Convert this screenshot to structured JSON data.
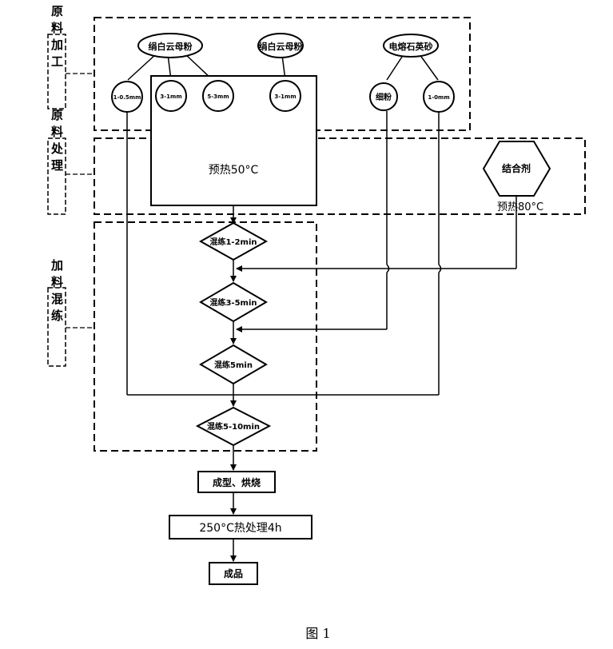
{
  "sections": {
    "raw_processing": "原料加工",
    "raw_treatment": "原料处理",
    "feeding_mixing": "加料混练"
  },
  "materials": {
    "mica_powder_a": "绢白云母粉",
    "mica_powder_b": "绢白云母粉",
    "fused_silica": "电熔石英砂"
  },
  "sizes": {
    "s1": "1-0.5mm",
    "s2": "3-1mm",
    "s3": "5-3mm",
    "s4": "3-1mm",
    "s5": "细粉",
    "s6": "1-0mm"
  },
  "preheat_box": "预热50°C",
  "binder": "结合剂",
  "binder_preheat": "预热80°C",
  "mix_steps": [
    "混练1-2min",
    "混练3-5min",
    "混练5min",
    "混练5-10min"
  ],
  "process": {
    "forming": "成型、烘烧",
    "heat_treat": "250°C热处理4h",
    "product": "成品"
  },
  "caption": "图 1"
}
